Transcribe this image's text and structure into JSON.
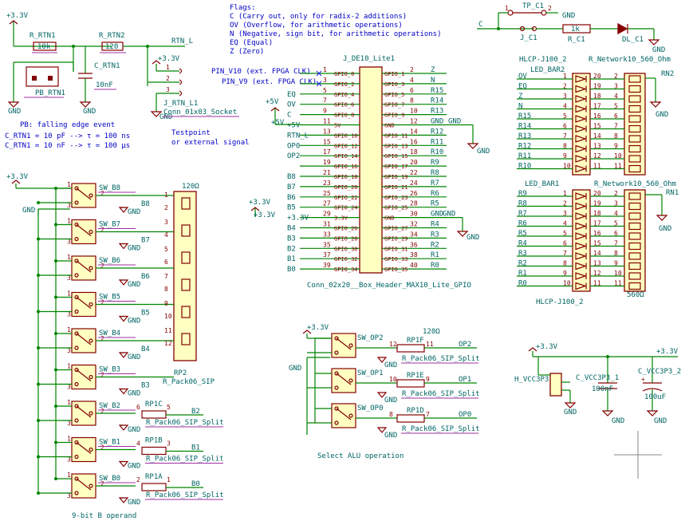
{
  "flags": {
    "title": "Flags:",
    "lines": [
      "C  (Carry out, only for radix-2 additions)",
      "OV (Overflow, for arithmetic operations)",
      "N  (Negative, sign bit, for arithmetic operations)",
      "EQ (Equal)",
      "Z  (Zero)"
    ]
  },
  "power": {
    "v33": "+3.3V",
    "v5": "+5V",
    "gnd": "GND"
  },
  "rtn": {
    "r1_ref": "R_RTN1",
    "r1_val": "10k",
    "r2_ref": "R_RTN2",
    "r2_val": "120",
    "c_ref": "C_RTN1",
    "c_val": "10nF",
    "pb_ref": "PB_RTN1",
    "net": "RTN_L",
    "note1": "PB: falling edge event",
    "note2a": "C_RTN1 = 10 pF  --> τ = 100 ns",
    "note2b": "C_RTN1 = 10 nF  --> τ = 100 µs",
    "jack_ref": "J_RTN_L1",
    "jack_val": "Conn_01x03_Socket",
    "jack_note1": "Testpoint",
    "jack_note2": "or external signal",
    "pins": [
      "1",
      "2",
      "3"
    ]
  },
  "carry": {
    "tp_ref": "TP_C1",
    "jc_ref": "J_C1",
    "r_ref": "R_C1",
    "r_val": "1k",
    "dl_ref": "DL_C1",
    "net": "C",
    "pins": [
      "1",
      "2"
    ]
  },
  "fpga": {
    "ref": "J_DE10_Lite1",
    "value": "Conn_02x20__Box_Header_MAX10_Lite_GPIO",
    "clk1": "PIN_V10 (ext. FPGA CLK)",
    "clk2": "PIN_V9 (ext. FPGA CLK)",
    "left_nets": [
      "",
      "",
      "EQ",
      "OV",
      "C",
      "+5V",
      "RTN_L",
      "OP0",
      "OP2",
      "",
      "B8",
      "B7",
      "B6",
      "B5",
      "+3.3V",
      "B4",
      "B3",
      "B2",
      "B1",
      "B0"
    ],
    "right_nets": [
      "Z",
      "N",
      "R15",
      "R14",
      "R13",
      "GND",
      "R12",
      "R11",
      "R10",
      "R9",
      "R8",
      "R7",
      "R6",
      "R5",
      "GND",
      "R4",
      "R3",
      "R2",
      "R1",
      "R0"
    ],
    "left_pins": [
      "1",
      "3",
      "5",
      "7",
      "9",
      "11",
      "13",
      "15",
      "17",
      "19",
      "21",
      "23",
      "25",
      "27",
      "29",
      "31",
      "33",
      "35",
      "37",
      "39"
    ],
    "right_pins": [
      "2",
      "4",
      "6",
      "8",
      "10",
      "12",
      "14",
      "16",
      "18",
      "20",
      "22",
      "24",
      "26",
      "28",
      "30",
      "32",
      "34",
      "36",
      "38",
      "40"
    ],
    "left_func": [
      "GPIO_0",
      "GPIO_2",
      "GPIO_4",
      "GPIO_6",
      "GPIO_8",
      "5V",
      "GPIO_10",
      "GPIO_12",
      "GPIO_14",
      "GPIO_16",
      "GPIO_18",
      "GPIO_20",
      "GPIO_22",
      "GPIO_24",
      "3.3V",
      "GPIO_26",
      "GPIO_28",
      "GPIO_30",
      "GPIO_32",
      "GPIO_34"
    ],
    "right_func": [
      "GPIO_1",
      "GPIO_3",
      "GPIO_5",
      "GPIO_7",
      "GPIO_9",
      "GND",
      "GPIO_11",
      "GPIO_13",
      "GPIO_15",
      "GPIO_17",
      "GPIO_19",
      "GPIO_21",
      "GPIO_23",
      "GPIO_25",
      "GND",
      "GPIO_27",
      "GPIO_29",
      "GPIO_31",
      "GPIO_33",
      "GPIO_35"
    ]
  },
  "leds": {
    "bar2_ref": "LED_BAR2",
    "bar2_val": "HLCP-J100_2",
    "bar1_ref": "LED_BAR1",
    "bar1_val": "HLCP-J100_2",
    "rn2_ref": "RN2",
    "rn2_val": "R_Network10_560_Ohm",
    "rn1_ref": "RN1",
    "rn1_val": "R_Network10_560_Ohm",
    "rn_label": "560Ω",
    "top_nets": [
      "OV",
      "EQ",
      "Z",
      "N",
      "R15",
      "R14",
      "R13",
      "R12",
      "R11",
      "R10"
    ],
    "bot_nets": [
      "R9",
      "R8",
      "R7",
      "R6",
      "R5",
      "R4",
      "R3",
      "R2",
      "R1",
      "R0"
    ],
    "left_pins": [
      "1",
      "2",
      "3",
      "4",
      "5",
      "6",
      "7",
      "8",
      "9",
      "10"
    ],
    "right_pins": [
      "20",
      "19",
      "18",
      "17",
      "16",
      "15",
      "14",
      "13",
      "12",
      "11"
    ],
    "rn_pins": [
      "2",
      "3",
      "4",
      "5",
      "6",
      "7",
      "8",
      "9",
      "10",
      "11"
    ]
  },
  "bswitches": {
    "caption": "9-bit B operand",
    "names": [
      "SW_B8",
      "SW_B7",
      "SW_B6",
      "SW_B5",
      "SW_B4",
      "SW_B3",
      "SW_B2",
      "SW_B1",
      "SW_B0"
    ],
    "nets": [
      "B8",
      "B7",
      "B6",
      "B5",
      "B4",
      "B3",
      "B2",
      "B1",
      "B0"
    ],
    "rp2_ref": "RP2",
    "rp2_val": "R_Pack06_SIP",
    "rp2_label": "120Ω",
    "rp2_pins": [
      "1",
      "2",
      "3",
      "4",
      "5",
      "6",
      "7",
      "8",
      "9",
      "10",
      "11",
      "12"
    ],
    "split_refs": [
      "RP1C",
      "RP1B",
      "RP1A"
    ],
    "split_val": "R_Pack06_SIP_Split",
    "split_pins": [
      [
        "6",
        "5"
      ],
      [
        "4",
        "3"
      ],
      [
        "2",
        "1"
      ]
    ],
    "sw_pins": [
      "1",
      "2",
      "3"
    ]
  },
  "opswitches": {
    "caption": "Select ALU operation",
    "names": [
      "SW_OP2",
      "SW_OP1",
      "SW_OP0"
    ],
    "nets": [
      "OP2",
      "OP1",
      "OP0"
    ],
    "refs": [
      "RP1F",
      "RP1E",
      "RP1D"
    ],
    "split_val": "R_Pack06_SIP_Split",
    "label": "120Ω",
    "pins": [
      [
        "12",
        "11"
      ],
      [
        "10",
        "9"
      ],
      [
        "8",
        "7"
      ]
    ]
  },
  "decoup": {
    "h_ref": "H_VCC3P3",
    "c1_ref": "C_VCC3P3_1",
    "c1_val": "100nF",
    "c2_ref": "C_VCC3P3_2",
    "c2_val": "100uF"
  }
}
